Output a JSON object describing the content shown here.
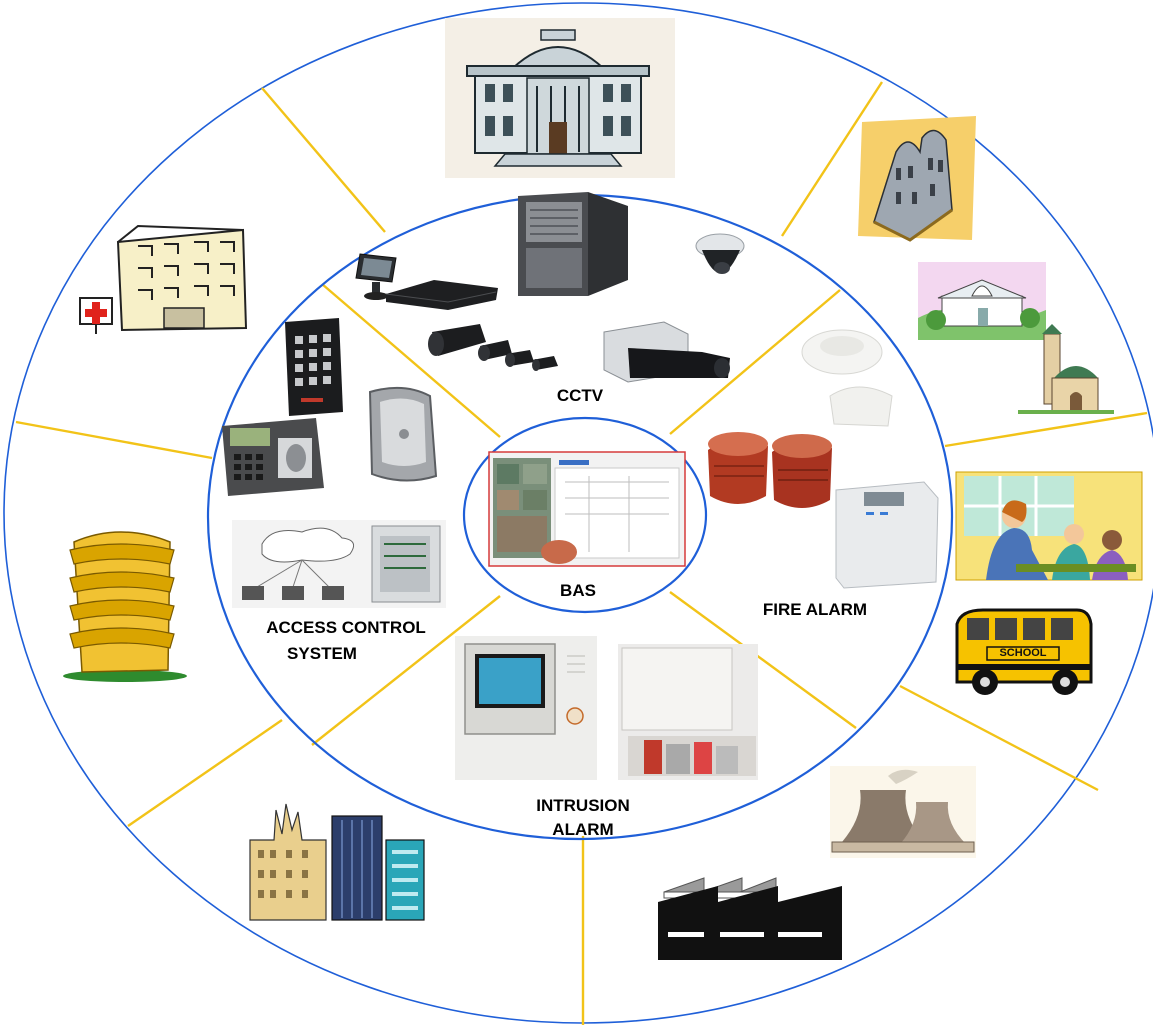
{
  "colors": {
    "ring": "#1f5fd8",
    "spoke": "#f2c318",
    "background": "#ffffff"
  },
  "labels": {
    "center": "BAS",
    "cctv": "CCTV",
    "fire_alarm": "FIRE ALARM",
    "access_control_line1": "ACCESS CONTROL",
    "access_control_line2": "SYSTEM",
    "intrusion_line1": "INTRUSION",
    "intrusion_line2": "ALARM",
    "school_bus_sign": "SCHOOL"
  },
  "outer_ring_icons": [
    "government-building-icon",
    "church-icon",
    "chapel-icon",
    "mosque-icon",
    "classroom-icon",
    "school-bus-icon",
    "power-plant-icon",
    "factory-icon",
    "city-skyline-icon",
    "tower-building-icon",
    "hospital-icon"
  ],
  "inner_ring_devices": {
    "cctv": [
      "server-icon",
      "dome-camera-icon",
      "monitor-icon",
      "dvr-icon",
      "bullet-cameras-icon",
      "box-camera-icon"
    ],
    "fire_alarm": [
      "smoke-detector-icon",
      "fire-sirens-icon",
      "fire-panel-icon"
    ],
    "access_control": [
      "keypad-reader-icon",
      "proximity-reader-icon",
      "time-attendance-terminal-icon",
      "access-network-diagram-icon"
    ],
    "intrusion_alarm": [
      "touchscreen-panel-icon",
      "alarm-control-panel-icon"
    ],
    "center": [
      "bas-software-screen-icon"
    ]
  }
}
